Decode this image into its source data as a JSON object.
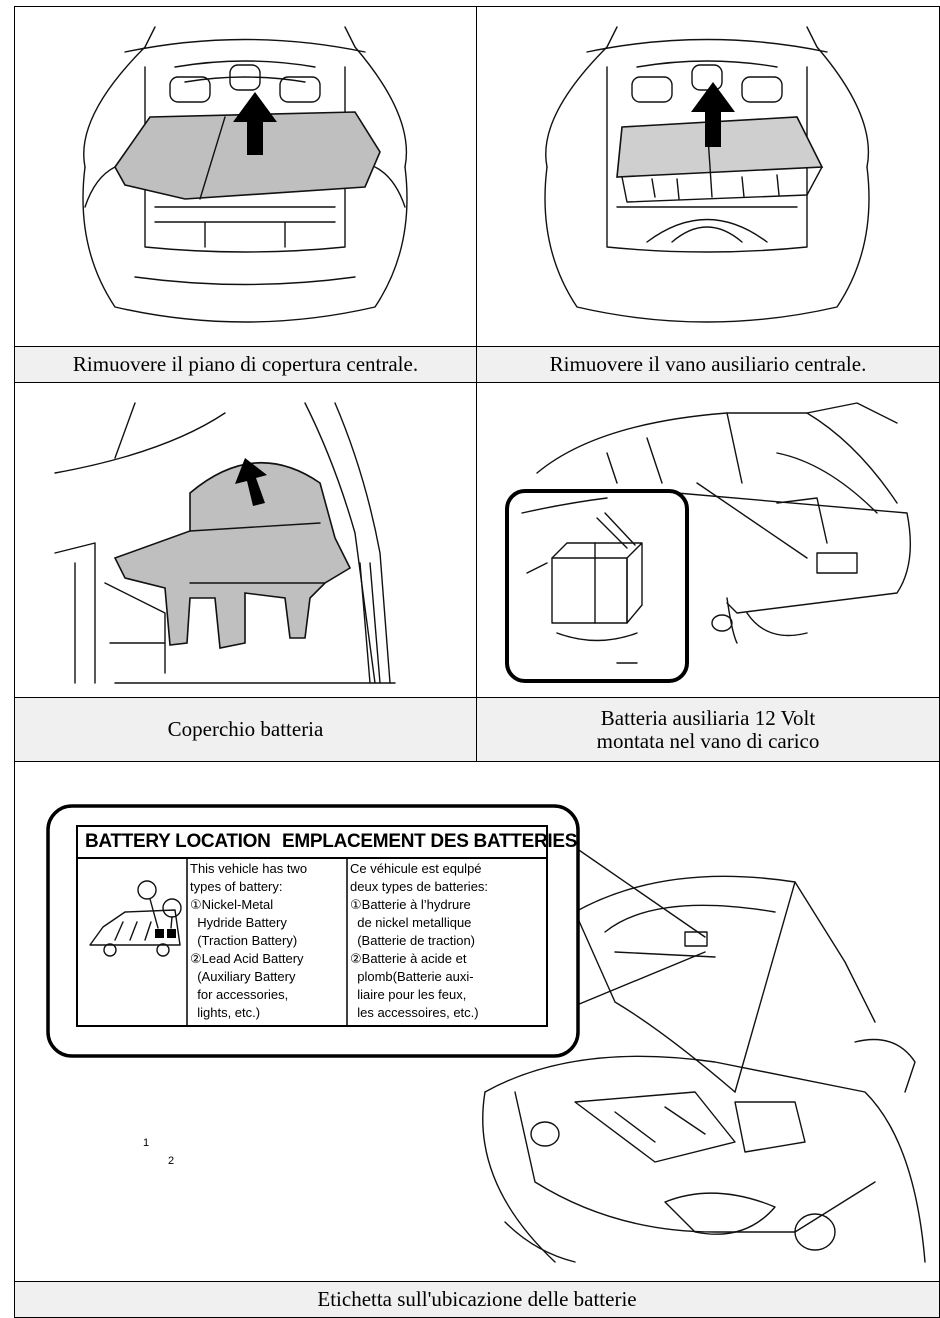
{
  "panels": [
    {
      "caption": "Rimuovere il piano di copertura centrale.",
      "illustration": "rear-cargo-floor-cover-removal"
    },
    {
      "caption": "Rimuovere il vano ausiliario centrale.",
      "illustration": "rear-cargo-center-tray-removal"
    },
    {
      "caption": "Coperchio batteria",
      "illustration": "battery-cover-lift"
    },
    {
      "caption_line1": "Batteria ausiliaria 12 Volt",
      "caption_line2": "montata nel vano di carico",
      "illustration": "auxiliary-battery-in-cargo"
    },
    {
      "caption": "Etichetta sull'ubicazione delle batterie",
      "illustration": "battery-location-label-under-hood"
    }
  ],
  "label": {
    "title_en": "BATTERY LOCATION",
    "title_fr": "EMPLACEMENT DES BATTERIES",
    "marker1": "1",
    "marker2": "2",
    "en": [
      "This vehicle has two",
      "types of battery:",
      "①Nickel-Metal",
      "  Hydride Battery",
      "  (Traction Battery)",
      "②Lead Acid Battery",
      "  (Auxiliary Battery",
      "  for accessories,",
      "  lights, etc.)"
    ],
    "fr": [
      "Ce véhicule est equlpé",
      "deux types de batteries:",
      "①Batterie à l’hydrure",
      "  de nickel metallique",
      "  (Batterie de traction)",
      "②Batterie à acide et",
      "  plomb(Batterie auxi-",
      "  liaire pour les feux,",
      "  les accessoires, etc.)"
    ]
  },
  "colors": {
    "caption_bg": "#f0f0f0",
    "part_fill": "#bfbfbf",
    "line": "#111111"
  }
}
